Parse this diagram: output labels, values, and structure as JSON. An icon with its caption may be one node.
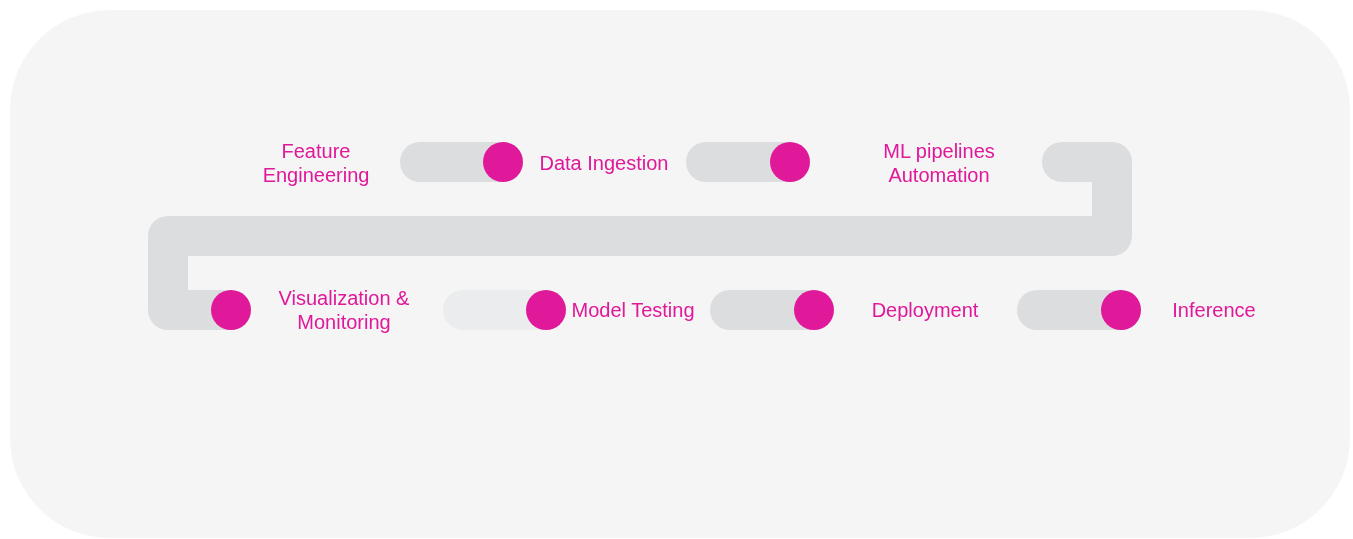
{
  "diagram": {
    "nodes": [
      {
        "text": [
          "Feature Engineering"
        ]
      },
      {
        "text": [
          "Data Ingestion"
        ]
      },
      {
        "text": [
          "ML pipelines Automation"
        ]
      },
      {
        "text": [
          "Visualization & Monitoring"
        ]
      },
      {
        "text": [
          "Model Testing"
        ]
      },
      {
        "text": [
          "Deployment"
        ]
      },
      {
        "text": [
          "Inference"
        ]
      }
    ]
  }
}
